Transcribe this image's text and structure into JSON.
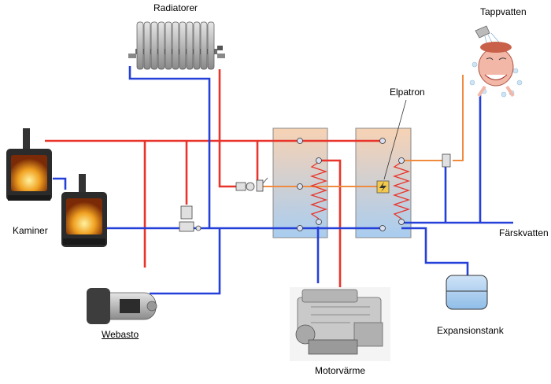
{
  "labels": {
    "radiatorer": "Radiatorer",
    "tappvatten": "Tappvatten",
    "elpatron": "Elpatron",
    "kaminer": "Kaminer",
    "farskvatten": "Färskvatten",
    "webasto": "Webasto",
    "expansionstank": "Expansionstank",
    "motorvarme": "Motorvärme"
  },
  "colors": {
    "hot": "#e8342a",
    "cold": "#2540d8",
    "warm": "#f08a3c",
    "tank_top": "#f7d2b4",
    "tank_bottom": "#a9cdf0"
  },
  "icons": {
    "elpatron": "lightning-bolt-icon",
    "valve": "mixing-valve-icon"
  }
}
